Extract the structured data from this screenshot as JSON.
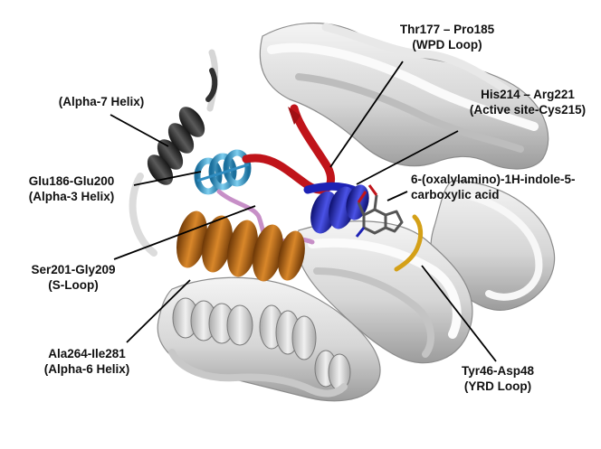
{
  "labels": {
    "alpha7": {
      "line1": "(Alpha-7 Helix)"
    },
    "alpha3": {
      "line1": "Glu186-Glu200",
      "line2": "(Alpha-3 Helix)"
    },
    "sloop": {
      "line1": "Ser201-Gly209",
      "line2": "(S-Loop)"
    },
    "alpha6": {
      "line1": "Ala264-Ile281",
      "line2": "(Alpha-6 Helix)"
    },
    "wpd": {
      "line1": "Thr177 – Pro185",
      "line2": "(WPD Loop)"
    },
    "active": {
      "line1": "His214 – Arg221",
      "line2": "(Active site-Cys215)"
    },
    "ligand": {
      "line1": "6-(oxalylamino)-1H-indole-5-",
      "line2": "carboxylic acid"
    },
    "yrd": {
      "line1": "Tyr46-Asp48",
      "line2": "(YRD Loop)"
    }
  },
  "colors": {
    "protein": "#d9d9d9",
    "protein_shadow": "#a8a8a8",
    "alpha7": "#2f2f2f",
    "alpha3": "#3a9fd0",
    "sloop": "#c78fc7",
    "alpha6": "#b7650f",
    "wpd": "#c0141a",
    "active": "#1d22b5",
    "yrd": "#d4a017",
    "ligand": "#555555"
  }
}
